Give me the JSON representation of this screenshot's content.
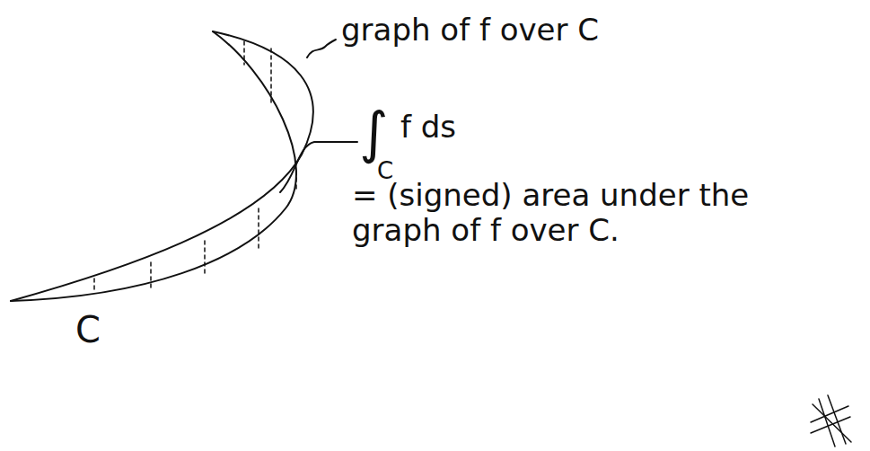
{
  "diagram": {
    "labels": [
      "graph of f over C",
      "∫",
      "C",
      "f ds",
      "= (signed) area under the graph of f over C.",
      "C"
    ]
  }
}
